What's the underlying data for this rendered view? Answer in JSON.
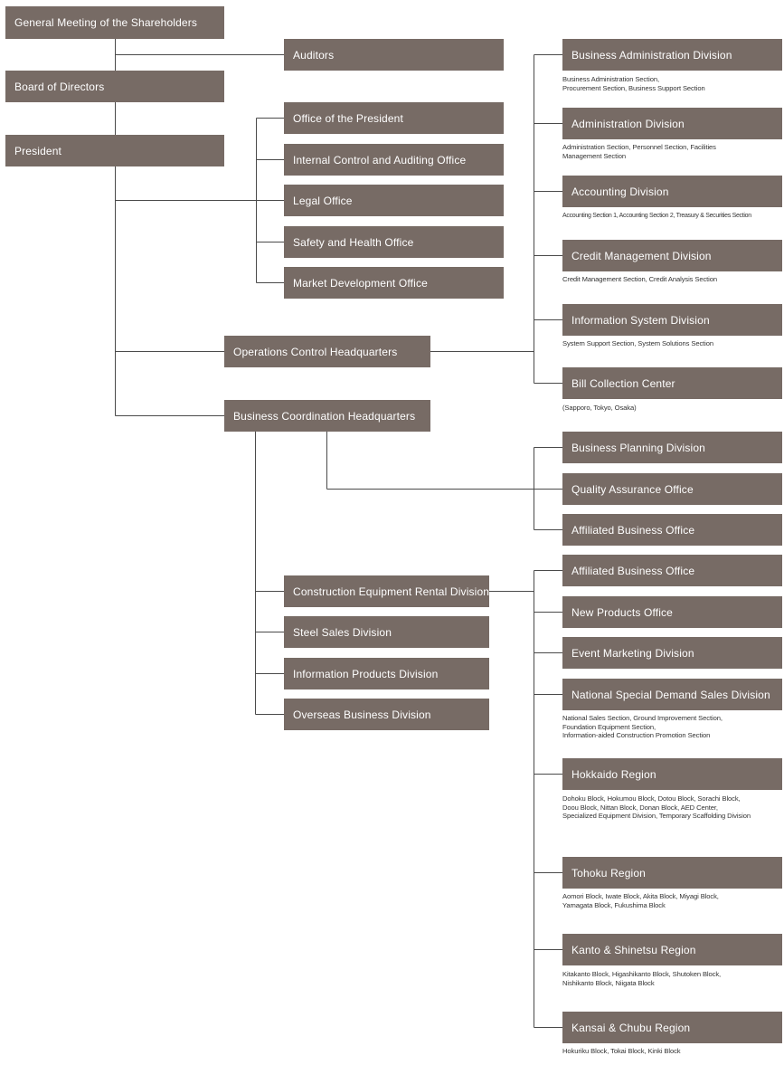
{
  "colors": {
    "box": "#776b65",
    "text": "#ffffff",
    "line": "#4a4a4a",
    "subtext": "#333333"
  },
  "top": {
    "shareholders": "General Meeting of the Shareholders",
    "auditors": "Auditors",
    "board": "Board of Directors",
    "president": "President"
  },
  "offices": [
    "Office of the President",
    "Internal Control and Auditing Office",
    "Legal Office",
    "Safety and Health Office",
    "Market Development Office"
  ],
  "hq": {
    "operations": "Operations Control Headquarters",
    "business": "Business Coordination Headquarters"
  },
  "operations_units": [
    {
      "name": "Business Administration Division",
      "sub": [
        "Business Administration Section,",
        "Procurement Section, Business Support Section"
      ]
    },
    {
      "name": "Administration Division",
      "sub": [
        "Administration Section, Personnel Section, Facilities",
        "Management Section"
      ]
    },
    {
      "name": "Accounting Division",
      "sub": [
        "Accounting Section 1, Accounting Section 2, Treasury & Securities Section"
      ]
    },
    {
      "name": "Credit Management Division",
      "sub": [
        "Credit Management Section, Credit Analysis Section"
      ]
    },
    {
      "name": "Information System Division",
      "sub": [
        "System Support Section, System Solutions Section"
      ]
    },
    {
      "name": "Bill Collection Center",
      "sub": [
        "(Sapporo, Tokyo, Osaka)"
      ]
    }
  ],
  "coordination_units": [
    "Business Planning Division",
    "Quality Assurance Office",
    "Affiliated Business Office"
  ],
  "business_divisions": [
    "Construction Equipment Rental Division",
    "Steel Sales Division",
    "Information Products Division",
    "Overseas Business Division"
  ],
  "rental_units": [
    {
      "name": "Affiliated Business Office",
      "sub": []
    },
    {
      "name": "New Products Office",
      "sub": []
    },
    {
      "name": "Event Marketing Division",
      "sub": []
    },
    {
      "name": "National Special Demand Sales Division",
      "sub": [
        "National Sales Section, Ground Improvement Section,",
        "Foundation Equipment Section,",
        "Information-aided Construction Promotion Section"
      ]
    },
    {
      "name": "Hokkaido Region",
      "sub": [
        "Dohoku Block, Hokumou Block, Dotou Block, Sorachi Block,",
        "Doou Block, Nittan Block, Donan Block, AED Center,",
        "Specialized Equipment Division, Temporary Scaffolding Division"
      ]
    },
    {
      "name": "Tohoku Region",
      "sub": [
        "Aomori Block, Iwate Block, Akita Block, Miyagi Block,",
        "Yamagata Block, Fukushima Block"
      ]
    },
    {
      "name": "Kanto & Shinetsu Region",
      "sub": [
        "Kitakanto Block, Higashikanto Block, Shutoken Block,",
        "Nishikanto Block, Niigata Block"
      ]
    },
    {
      "name": "Kansai & Chubu Region",
      "sub": [
        "Hokuriku Block, Tokai Block, Kinki Block"
      ]
    }
  ]
}
